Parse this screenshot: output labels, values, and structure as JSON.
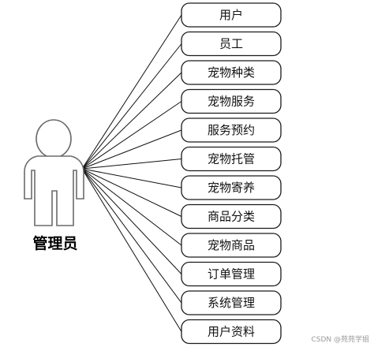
{
  "actor": {
    "label": "管理员"
  },
  "use_cases": [
    "用户",
    "员工",
    "宠物种类",
    "宠物服务",
    "服务预约",
    "宠物托管",
    "宠物寄养",
    "商品分类",
    "宠物商品",
    "订单管理",
    "系统管理",
    "用户资料"
  ],
  "watermark": "CSDN @苑苑学姐"
}
